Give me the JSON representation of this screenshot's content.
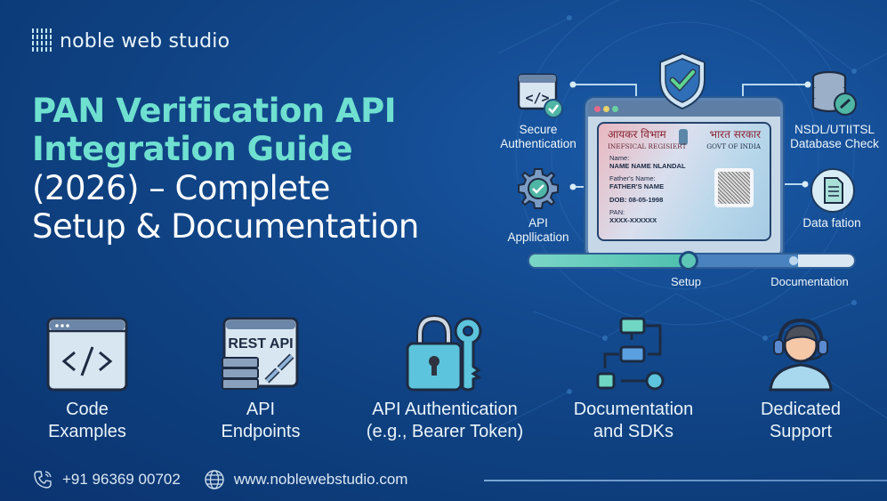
{
  "brand": {
    "name": "noble web studio"
  },
  "title": {
    "line1": "PAN Verification API",
    "line2": "Integration Guide",
    "line3": "(2026) – Complete",
    "line4": "Setup & Documentation"
  },
  "illustration": {
    "nodes": [
      {
        "id": "secure-auth",
        "label_l1": "Secure",
        "label_l2": "Authentication",
        "icon": "code-window-check-icon"
      },
      {
        "id": "api-application",
        "label_l1": "API",
        "label_l2": "Appllication",
        "icon": "gear-check-icon"
      },
      {
        "id": "db-check",
        "label_l1": "NSDL/UTIITSL",
        "label_l2": "Database Check",
        "icon": "database-link-icon"
      },
      {
        "id": "data-fation",
        "label_l1": "Data fation",
        "label_l2": "",
        "icon": "document-icon"
      }
    ],
    "shield_icon": "shield-check-icon",
    "window_dots": [
      "#e86a8a",
      "#e8d26a",
      "#6ad1a0"
    ],
    "pan_card": {
      "hindi_left": "आयकर विभाम",
      "hindi_right": "भारत सरकार",
      "sub_left": "INEFSICAL REGISIERT",
      "sub_right": "GOVT OF INDIA",
      "name_label": "Name:",
      "name_value": "NAME NAME NLANDAL",
      "father_label": "Father's Name:",
      "father_value": "FATHER'S NAME",
      "dob": "DOB: 08-05-1998",
      "pan_label": "PAN:",
      "pan_value": "XXXX-XXXXXX"
    },
    "progress": {
      "label_left": "Setup",
      "label_right": "Documentation"
    }
  },
  "features": [
    {
      "l1": "Code",
      "l2": "Examples",
      "icon": "code-window-icon"
    },
    {
      "l1": "API",
      "l2": "Endpoints",
      "icon": "rest-api-server-icon",
      "icon_text": "REST API"
    },
    {
      "l1": "API Authentication",
      "l2": "(e.g., Bearer Token)",
      "icon": "lock-key-icon"
    },
    {
      "l1": "Documentation",
      "l2": "and SDKs",
      "icon": "flowchart-icon"
    },
    {
      "l1": "Dedicated",
      "l2": "Support",
      "icon": "support-agent-icon"
    }
  ],
  "footer": {
    "phone": "+91 96369 00702",
    "website": "www.noblewebstudio.com"
  },
  "colors": {
    "bg": "#124688",
    "title_accent": "#6fe0d0",
    "teal": "#5ec7b6",
    "icon_light": "#d6e6f3",
    "icon_dark": "#1d2b42"
  }
}
